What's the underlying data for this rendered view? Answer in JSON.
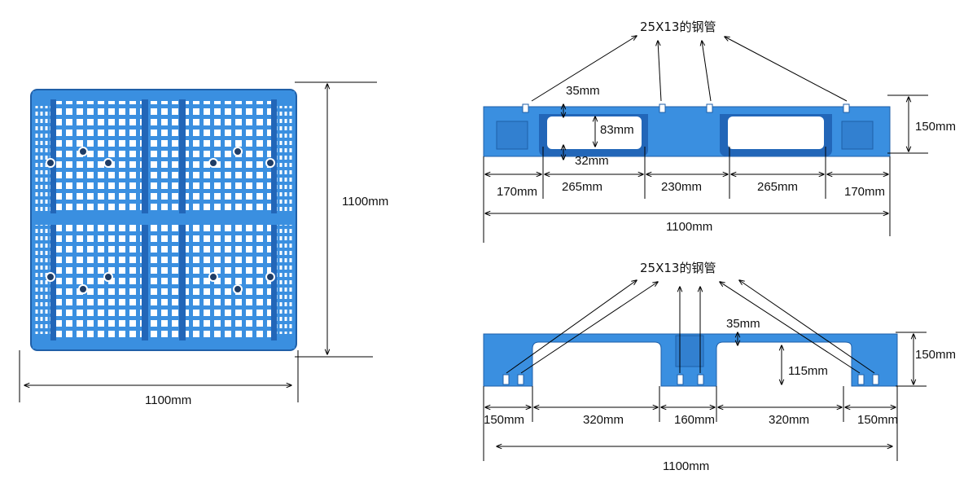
{
  "colors": {
    "pallet_fill": "#3a8fe0",
    "pallet_dark": "#2266b8",
    "pallet_light": "#6fb4f2",
    "hole": "#ffffff",
    "line": "#000000"
  },
  "top_view": {
    "width_label": "1100mm",
    "height_label": "1100mm"
  },
  "side_view_1": {
    "pipe_label": "25X13的钢管",
    "dims": {
      "d35": "35mm",
      "d83": "83mm",
      "d32": "32mm",
      "height": "150mm",
      "seg1": "170mm",
      "seg2": "265mm",
      "seg3": "230mm",
      "seg4": "265mm",
      "seg5": "170mm",
      "total": "1100mm"
    }
  },
  "side_view_2": {
    "pipe_label": "25X13的钢管",
    "dims": {
      "d35": "35mm",
      "d115": "115mm",
      "height": "150mm",
      "seg1": "150mm",
      "seg2": "320mm",
      "seg3": "160mm",
      "seg4": "320mm",
      "seg5": "150mm",
      "total": "1100mm"
    }
  }
}
